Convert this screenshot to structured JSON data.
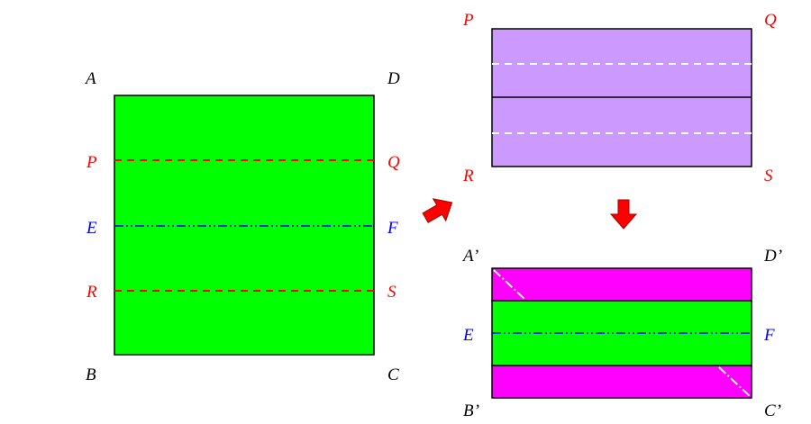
{
  "colors": {
    "black": "#000000",
    "red": "#ff0000",
    "blue": "#0000ff",
    "green": "#00ff00",
    "lavender": "#cc99ff",
    "magenta": "#ff00ff",
    "white": "#ffffff"
  },
  "square": {
    "corner_labels": {
      "top_left": "A",
      "top_right": "D",
      "bottom_left": "B",
      "bottom_right": "C"
    },
    "fold_labels": {
      "p": "P",
      "q": "Q",
      "e": "E",
      "f": "F",
      "r": "R",
      "s": "S"
    }
  },
  "folded_strip": {
    "labels": {
      "top_left": "P",
      "top_right": "Q",
      "bottom_left": "R",
      "bottom_right": "S"
    }
  },
  "result_strip": {
    "labels": {
      "top_left": "A’",
      "top_right": "D’",
      "mid_left": "E",
      "mid_right": "F",
      "bottom_left": "B’",
      "bottom_right": "C’"
    }
  },
  "icons": [
    "arrow-right-icon",
    "arrow-down-icon"
  ]
}
